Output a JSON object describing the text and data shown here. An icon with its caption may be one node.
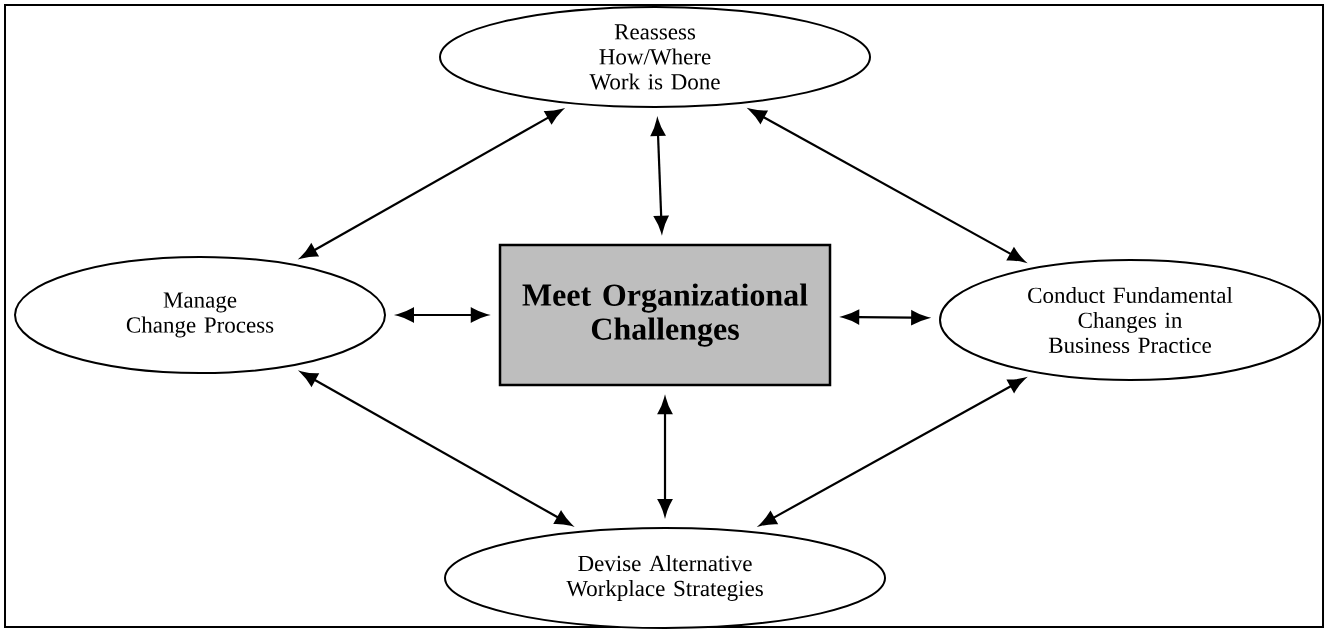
{
  "diagram": {
    "nodes": [
      {
        "text": [
          "Reassess How/Where Work is Done"
        ]
      },
      {
        "text": [
          "Manage Change Process"
        ]
      },
      {
        "text": [
          "Meet Organizational Challenges"
        ]
      },
      {
        "text": [
          "Conduct Fundamental Changes in Business Practice"
        ]
      },
      {
        "text": [
          "Devise Alternative Workplace Strategies"
        ]
      }
    ],
    "edges": [
      {
        "from": 1,
        "to": 0,
        "arrow": "both"
      },
      {
        "from": 0,
        "to": 2,
        "arrow": "both"
      },
      {
        "from": 0,
        "to": 3,
        "arrow": "both"
      },
      {
        "from": 1,
        "to": 2,
        "arrow": "both"
      },
      {
        "from": 2,
        "to": 3,
        "arrow": "both"
      },
      {
        "from": 2,
        "to": 4,
        "arrow": "both"
      },
      {
        "from": 1,
        "to": 4,
        "arrow": "both"
      },
      {
        "from": 4,
        "to": 3,
        "arrow": "both"
      }
    ]
  }
}
